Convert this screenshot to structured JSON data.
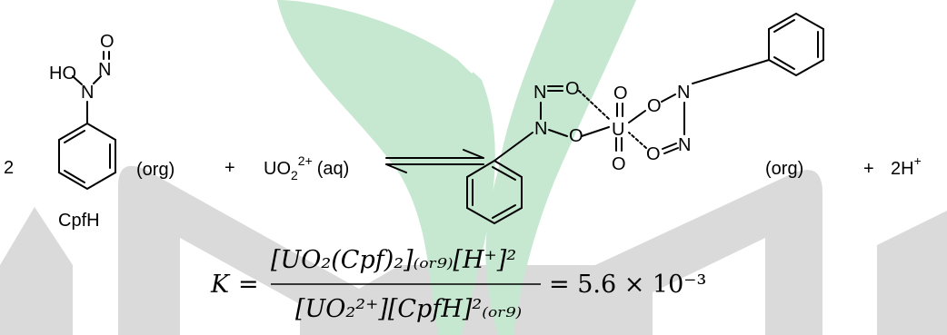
{
  "reaction": {
    "coefficient_left": "2",
    "ligand_name": "CpfH",
    "phase_org": "(org)",
    "plus": "+",
    "uranyl_base": "UO",
    "uranyl_sub": "2",
    "uranyl_sup": "2+",
    "phase_aq": "(aq)",
    "product_phase": "(org)",
    "coefficient_right": "2H",
    "proton_charge": "+"
  },
  "atoms": {
    "hydroxyl": "HO",
    "nitrogen": "N",
    "oxygen": "O",
    "uranium": "U"
  },
  "equation": {
    "lhs": "K",
    "equals": "=",
    "numerator": "[UO₂(Cpf)₂]₍ₒᵣ₉₎[H⁺]²",
    "denominator": "[UO₂²⁺][CpfH]²₍ₒᵣ₉₎",
    "value": "= 5.6 × 10⁻³"
  },
  "colors": {
    "watermark_gray": "#dadada",
    "watermark_green": "#c6e8d0",
    "ink": "#000000"
  }
}
